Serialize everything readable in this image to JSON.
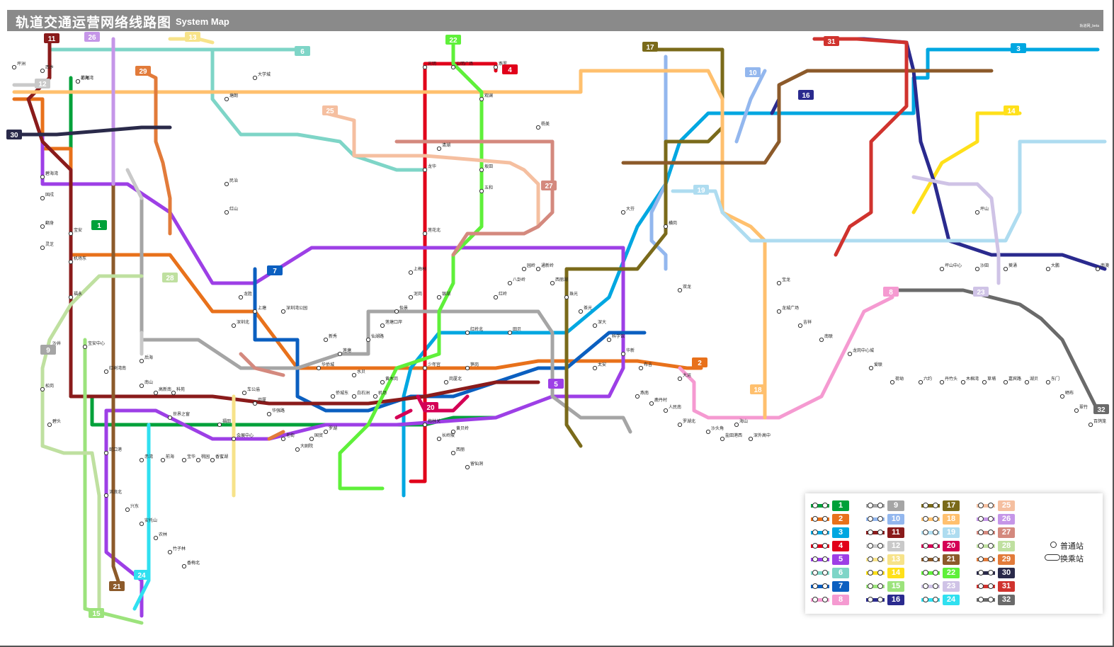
{
  "header": {
    "title": "轨道交通运营网络线路图",
    "subtitle": "System Map",
    "credit": "轨道网_beta"
  },
  "legend": {
    "normal_station": "普通站",
    "transfer_station": "换乘站",
    "lines": [
      {
        "num": "1",
        "color": "#00a13a"
      },
      {
        "num": "2",
        "color": "#e8711b"
      },
      {
        "num": "3",
        "color": "#00a7e1"
      },
      {
        "num": "4",
        "color": "#e1001a"
      },
      {
        "num": "5",
        "color": "#9d3fe6"
      },
      {
        "num": "6",
        "color": "#7ed5c7"
      },
      {
        "num": "7",
        "color": "#0b5fc0"
      },
      {
        "num": "8",
        "color": "#f59ad1"
      },
      {
        "num": "9",
        "color": "#a5a5a5"
      },
      {
        "num": "10",
        "color": "#93b7ee"
      },
      {
        "num": "11",
        "color": "#8a1b1b"
      },
      {
        "num": "12",
        "color": "#c9c9c9"
      },
      {
        "num": "13",
        "color": "#f7e38a"
      },
      {
        "num": "14",
        "color": "#ffe01a"
      },
      {
        "num": "15",
        "color": "#9ce37c"
      },
      {
        "num": "16",
        "color": "#2a2a8e"
      },
      {
        "num": "17",
        "color": "#7a6a1a"
      },
      {
        "num": "18",
        "color": "#ffc06e"
      },
      {
        "num": "19",
        "color": "#aedcf0"
      },
      {
        "num": "20",
        "color": "#d40055"
      },
      {
        "num": "21",
        "color": "#8c5a2a"
      },
      {
        "num": "22",
        "color": "#5ff03a"
      },
      {
        "num": "23",
        "color": "#cfc3e6"
      },
      {
        "num": "24",
        "color": "#30e0f0"
      },
      {
        "num": "25",
        "color": "#f5bfa0"
      },
      {
        "num": "26",
        "color": "#c596e8"
      },
      {
        "num": "27",
        "color": "#d4897e"
      },
      {
        "num": "28",
        "color": "#bfe0a0"
      },
      {
        "num": "29",
        "color": "#e27b3a"
      },
      {
        "num": "30",
        "color": "#2a2a4a"
      },
      {
        "num": "31",
        "color": "#d0332e"
      },
      {
        "num": "32",
        "color": "#6a6a6a"
      }
    ]
  },
  "stations": [
    "前海湾",
    "宝安中心",
    "深圳北",
    "福田",
    "会展中心",
    "车公庙",
    "华强路",
    "老街",
    "大剧院",
    "国贸",
    "罗湖",
    "布吉",
    "大运",
    "坪洲",
    "西乡",
    "红树湾南",
    "后海",
    "南山",
    "高新南",
    "科苑",
    "世界之窗",
    "上梅林",
    "莲花北",
    "少年宫",
    "岗厦北",
    "黄贝岭",
    "太安",
    "红岭北",
    "笋岗",
    "田贝",
    "宝安",
    "机场东",
    "福永",
    "沙井",
    "松岗",
    "碧头",
    "龙华",
    "清湖",
    "观澜",
    "坂田",
    "五和",
    "杨美",
    "大芬",
    "横岗",
    "双龙",
    "坪山",
    "坪山中心",
    "沙田",
    "葵涌",
    "大鹏",
    "南澳",
    "光明",
    "公明广场",
    "燕罗",
    "蛇口港",
    "赤湾",
    "前海",
    "宝华",
    "桃园",
    "香蜜湖",
    "岗厦",
    "水贝",
    "黄木岗",
    "梅林关",
    "长岭陂",
    "西丽",
    "留仙洞",
    "塘朗",
    "大学城",
    "民治",
    "红山",
    "龙胜",
    "上塘",
    "深圳湾公园",
    "华侨城",
    "侨城东",
    "白石洲",
    "机场",
    "碧海湾",
    "固戍",
    "翻身",
    "灵芝",
    "洪浪北",
    "兴东",
    "安托山",
    "农林",
    "竹子林",
    "香梅北",
    "新秀",
    "莲塘",
    "仙湖路",
    "莲塘口岸",
    "怡景",
    "泥岗",
    "银湖",
    "红岭",
    "八卦岭",
    "园岭",
    "通新岭",
    "西丽湖",
    "珠光",
    "茶光",
    "深大",
    "科学馆",
    "华新",
    "燕南",
    "鹿丹村",
    "人民南",
    "罗湖北",
    "沙头角",
    "盐田港西",
    "海山",
    "深外高中",
    "宝龙",
    "龙城广场",
    "吉祥",
    "南联",
    "龙岗中心城",
    "爱联",
    "荷坳",
    "六约",
    "丹竹头",
    "木棉湾",
    "草埔",
    "嘉宾路",
    "湖贝",
    "东门",
    "晒布",
    "翠竹",
    "百鸽笼",
    "赤尾"
  ]
}
